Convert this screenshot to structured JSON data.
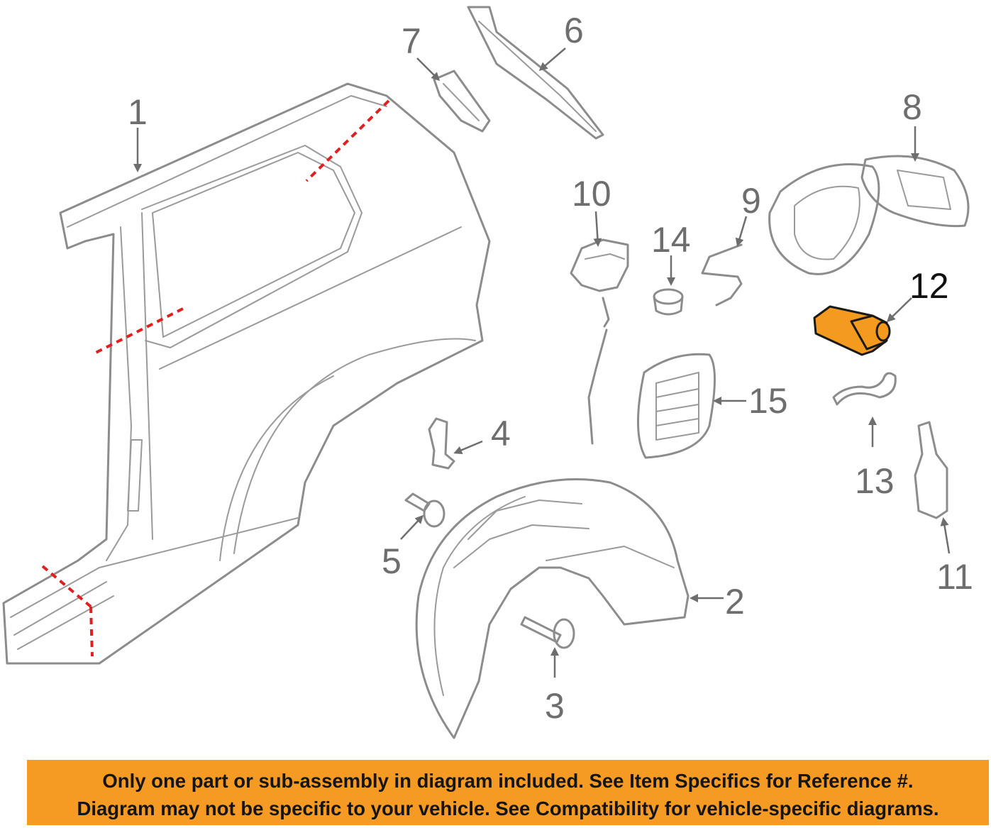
{
  "callouts": {
    "c1": "1",
    "c2": "2",
    "c3": "3",
    "c4": "4",
    "c5": "5",
    "c6": "6",
    "c7": "7",
    "c8": "8",
    "c9": "9",
    "c10": "10",
    "c11": "11",
    "c12": "12",
    "c13": "13",
    "c14": "14",
    "c15": "15"
  },
  "highlighted_part": "12",
  "colors": {
    "highlight": "#f39a1f",
    "cut_line": "#e02020",
    "banner": "#f59a23",
    "line_art": "#8c8c8c"
  },
  "banner": {
    "line1": "Only one part or sub-assembly in diagram included. See Item Specifics for Reference #.",
    "line2": "Diagram may not be specific to your vehicle. See Compatibility for vehicle-specific diagrams."
  }
}
